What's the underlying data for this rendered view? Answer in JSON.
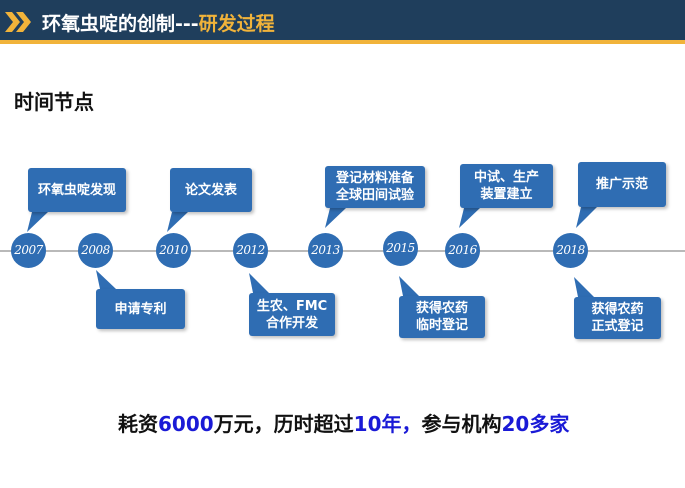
{
  "header": {
    "title_prefix": "环氧虫啶的创制---",
    "title_highlight": "研发过程"
  },
  "section_title": "时间节点",
  "years": [
    "2007",
    "2008",
    "2010",
    "2012",
    "2013",
    "2015",
    "2016",
    "2018"
  ],
  "events": {
    "e2007": "环氧虫啶发现",
    "e2008": "申请专利",
    "e2010": "论文发表",
    "e2012_l1": "生农、FMC",
    "e2012_l2": "合作开发",
    "e2013_l1": "登记材料准备",
    "e2013_l2": "全球田间试验",
    "e2015_l1": "获得农药",
    "e2015_l2": "临时登记",
    "e2016_l1": "中试、生产",
    "e2016_l2": "装置建立",
    "e2018a": "推广示范",
    "e2018b_l1": "获得农药",
    "e2018b_l2": "正式登记"
  },
  "summary": {
    "p1": "耗资",
    "n1": "6000",
    "p2": "万元，历时超过",
    "n2": "10年，",
    "p3": "参与机构",
    "n3": "20多家"
  },
  "colors": {
    "header_bg": "#1f3e5c",
    "accent": "#f1b33a",
    "node": "#2f6db3",
    "highlight": "#1a1ad6"
  }
}
